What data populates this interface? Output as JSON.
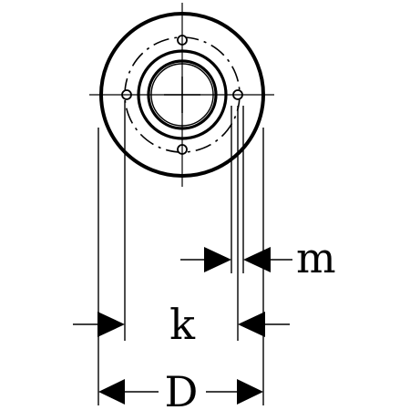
{
  "diagram": {
    "labels": {
      "m": "m",
      "k": "k",
      "D": "D"
    },
    "colors": {
      "ink": "#000000",
      "paper": "#ffffff"
    }
  }
}
